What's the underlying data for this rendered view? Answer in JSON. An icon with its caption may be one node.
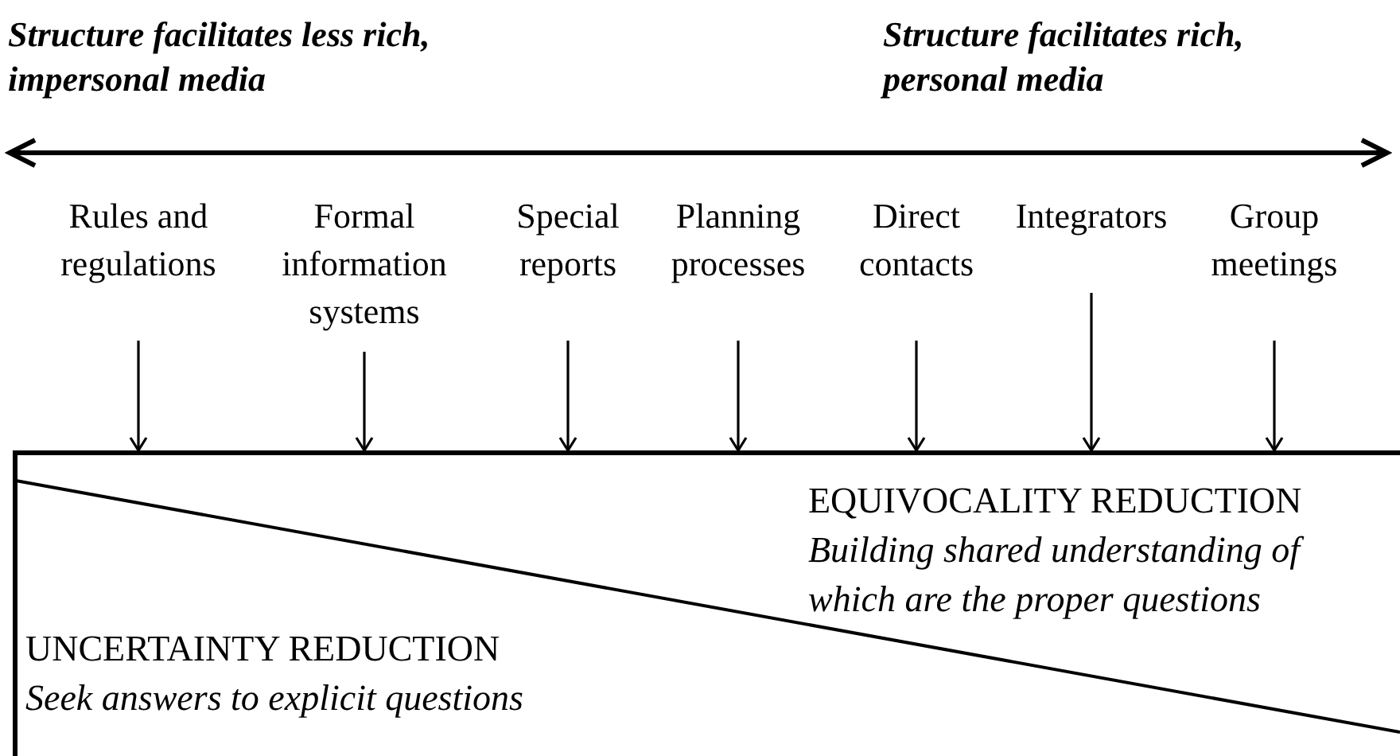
{
  "diagram": {
    "nodes": [
      {
        "text": [
          "Rules and regulations"
        ]
      },
      {
        "text": [
          "Formal information systems"
        ]
      },
      {
        "text": [
          "Special reports"
        ]
      },
      {
        "text": [
          "Planning processes"
        ]
      },
      {
        "text": [
          "Direct contacts"
        ]
      },
      {
        "text": [
          "Integrators"
        ]
      },
      {
        "text": [
          "Group meetings"
        ]
      },
      {
        "text": [],
        "shape": "box"
      },
      {
        "text": [
          "EQUIVOCALITY REDUCTION",
          "Building shared understanding of which are the proper questions"
        ],
        "in": 7
      },
      {
        "text": [
          "UNCERTAINTY REDUCTION",
          "Seek answers to explicit questions"
        ],
        "in": 7
      }
    ],
    "edges": [
      {
        "from": 0,
        "to": 7,
        "arrow": "to"
      },
      {
        "from": 1,
        "to": 7,
        "arrow": "to"
      },
      {
        "from": 2,
        "to": 7,
        "arrow": "to"
      },
      {
        "from": 3,
        "to": 7,
        "arrow": "to"
      },
      {
        "from": 4,
        "to": 7,
        "arrow": "to"
      },
      {
        "from": 5,
        "to": 7,
        "arrow": "to"
      },
      {
        "from": 6,
        "to": 7,
        "arrow": "to"
      }
    ],
    "labels": [
      "Structure facilitates less rich, impersonal media",
      "Structure facilitates rich, personal media"
    ]
  }
}
